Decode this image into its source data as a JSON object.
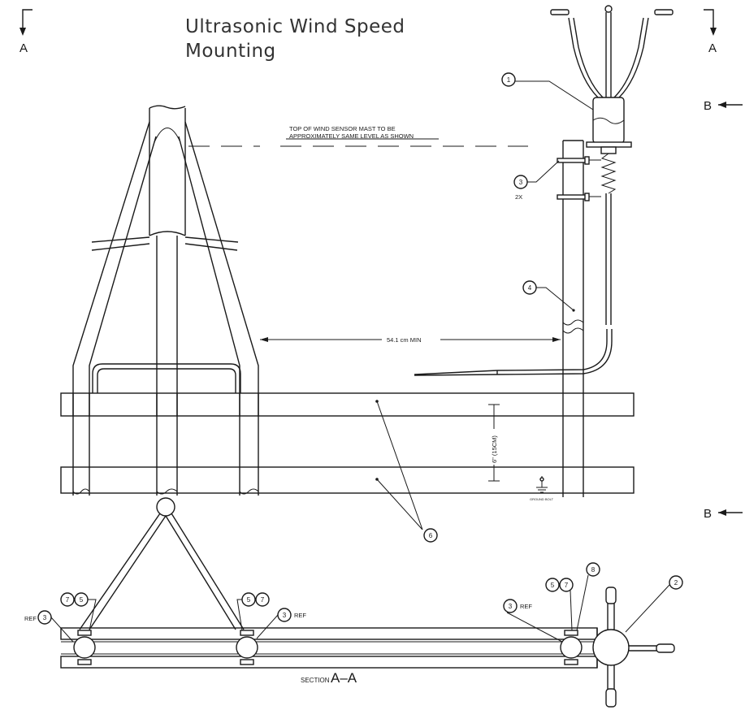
{
  "title": {
    "line1": "Ultrasonic Wind Speed",
    "line2": "Mounting"
  },
  "section_marks": {
    "left": "A",
    "right": "A",
    "upper": "B",
    "lower": "B"
  },
  "notes": {
    "top_line1": "TOP OF WIND SENSOR MAST TO BE",
    "top_line2": "APPROXIMATELY SAME LEVEL AS SHOWN",
    "distance": "54.1 cm MIN",
    "spacing": "6\" (15CM)",
    "ground": "GROUND BOLT",
    "qty_2x": "2X",
    "ref_left": "REF",
    "ref_mid": "REF",
    "ref_right": "REF"
  },
  "balloons": {
    "b1": "1",
    "b2": "2",
    "b3a": "3",
    "b3b": "3",
    "b3c": "3",
    "b3d": "3",
    "b4": "4",
    "b5a": "5",
    "b5b": "5",
    "b5c": "5",
    "b6": "6",
    "b7a": "7",
    "b7b": "7",
    "b7c": "7",
    "b8": "8"
  },
  "section_label": {
    "prefix": "SECTION",
    "name": "A–A"
  }
}
